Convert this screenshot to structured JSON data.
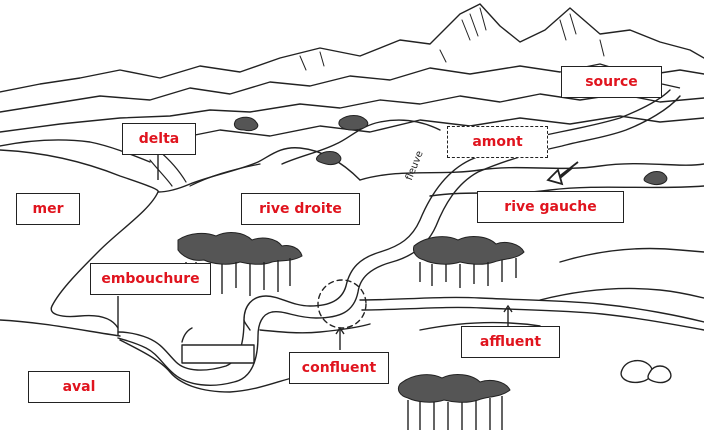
{
  "labels": {
    "source": "source",
    "delta": "delta",
    "amont": "amont",
    "mer": "mer",
    "rive_droite": "rive droite",
    "rive_gauche": "rive gauche",
    "embouchure": "embouchure",
    "affluent": "affluent",
    "confluent": "confluent",
    "aval": "aval"
  },
  "river_label": "fleuve",
  "colors": {
    "label_text": "#e0141e",
    "ink": "#222222",
    "background": "#ffffff"
  }
}
